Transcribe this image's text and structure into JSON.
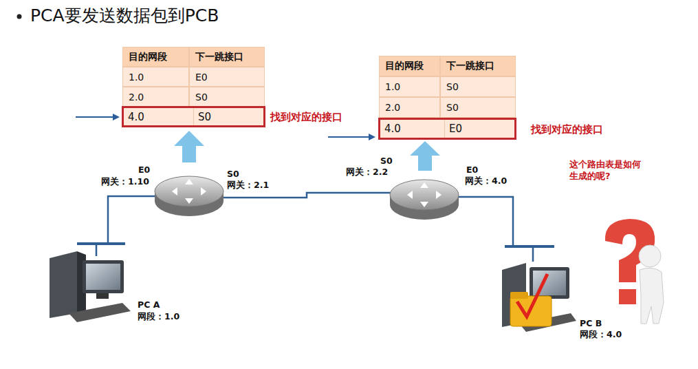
{
  "diagram": {
    "title": "PCA要发送数据包到PCB",
    "nodes": [
      {
        "text": [
          "4.0",
          "S0"
        ]
      },
      {
        "text": [
          "4.0",
          "E0"
        ]
      }
    ],
    "labels": [
      "目的网段",
      "下一跳接口",
      "1.0",
      "E0",
      "2.0",
      "S0",
      "目的网段",
      "下一跳接口",
      "1.0",
      "S0",
      "2.0",
      "S0",
      "找到对应的接口",
      "找到对应的接口",
      "E0",
      "网关：1.10",
      "S0",
      "网关：2.1",
      "S0",
      "网关：2.2",
      "E0",
      "网关：4.0",
      "这个路由表是如何 生成的呢?",
      "PC A",
      "网段：1.0",
      "PC B",
      "网段：4.0"
    ]
  }
}
